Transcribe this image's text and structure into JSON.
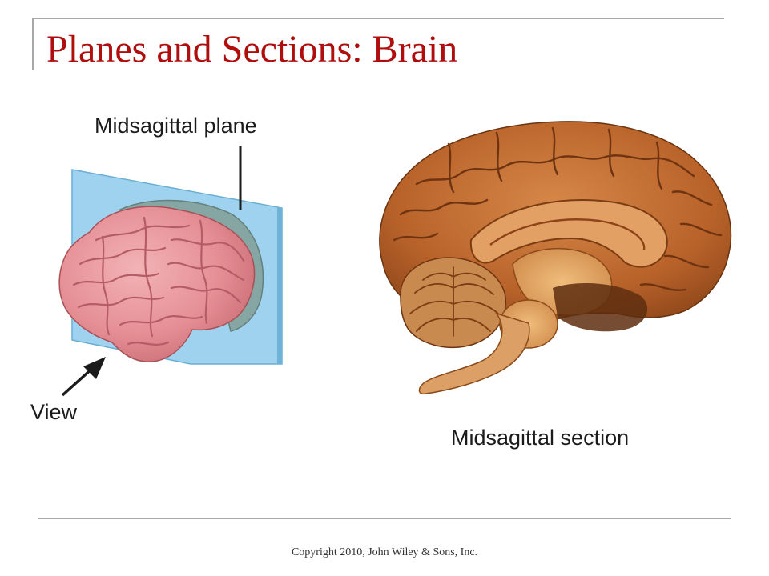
{
  "slide": {
    "title": "Planes and Sections: Brain",
    "footer": "Copyright 2010, John Wiley & Sons, Inc."
  },
  "figure": {
    "plane_label": "Midsagittal plane",
    "view_label": "View",
    "section_label": "Midsagittal section"
  },
  "colors": {
    "title": "#b00d0d",
    "plane_fill": "#9fd2ee",
    "brain_pink": "#e58f95",
    "specimen_brown": "#b8622a"
  },
  "icons": [
    "arrow-icon",
    "pointer-line-icon"
  ]
}
